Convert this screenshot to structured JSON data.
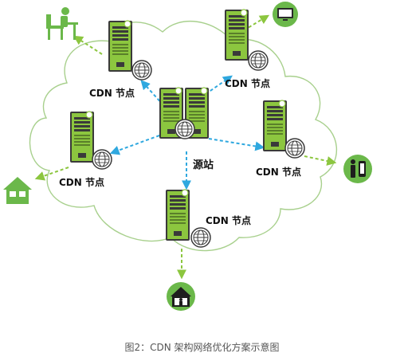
{
  "labels": {
    "node_top_left": "CDN 节点",
    "node_top_right": "CDN 节点",
    "node_mid_left": "CDN 节点",
    "node_mid_right": "CDN 节点",
    "node_bottom": "CDN 节点",
    "origin": "源站"
  },
  "caption": "图2：CDN 架构网络优化方案示意图",
  "colors": {
    "server_green": "#8cc63f",
    "server_dark": "#3a3a3a",
    "cloud_line": "#a8d08d",
    "blue_arrow": "#2fa8df",
    "green_arrow": "#8cc63f",
    "user_green": "#6bb84a"
  },
  "icons": [
    "server-icon",
    "globe-icon",
    "person-at-desk-icon",
    "computer-icon",
    "house-icon",
    "mobile-user-icon",
    "home-user-icon"
  ]
}
